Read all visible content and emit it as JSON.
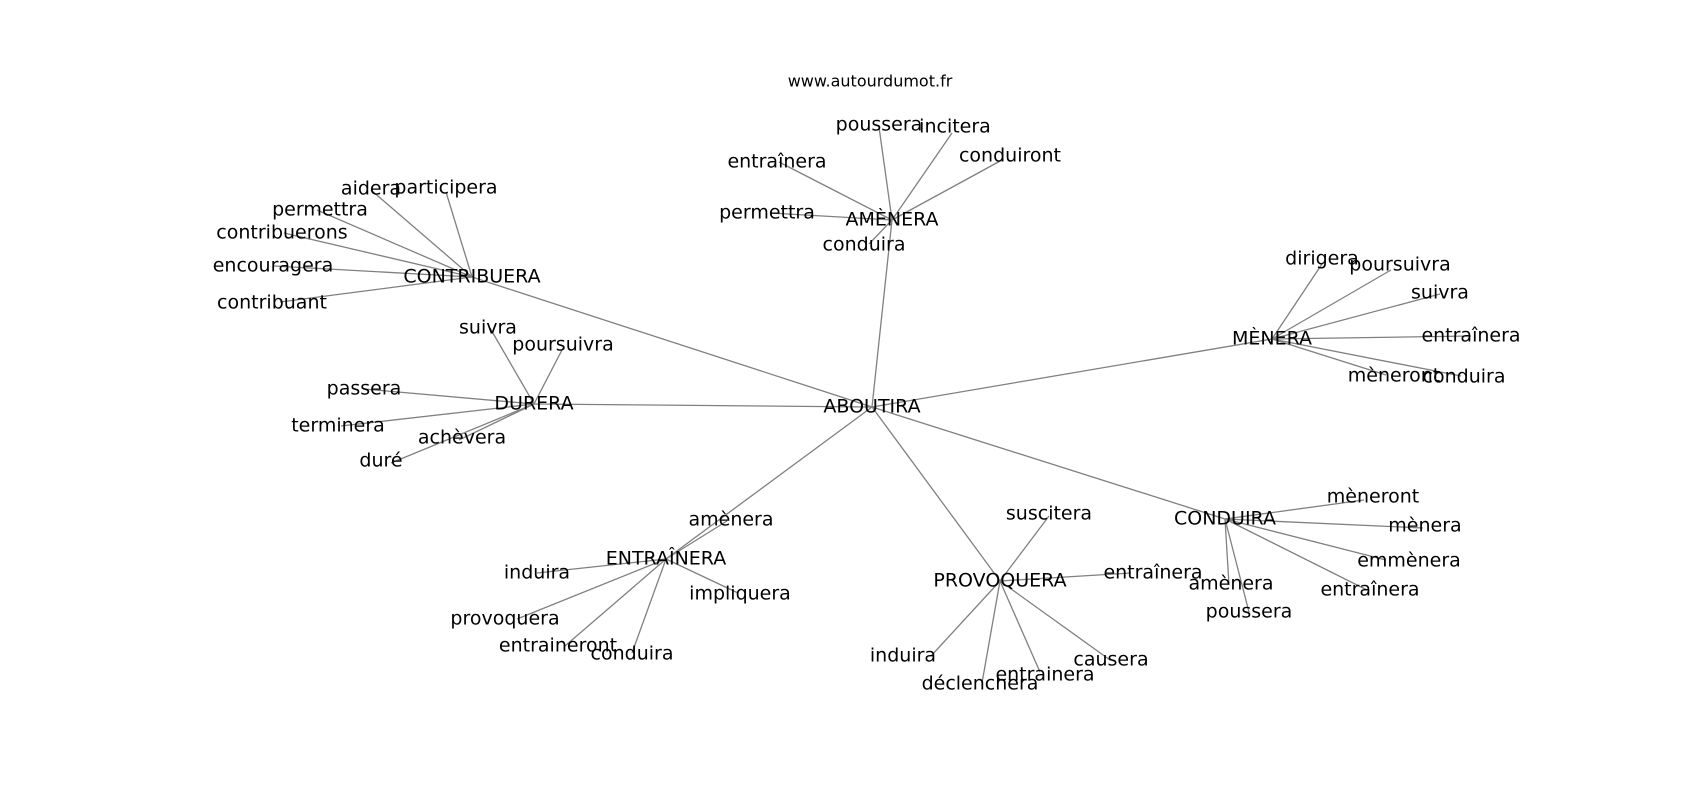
{
  "source": "www.autourdumot.fr",
  "graph": {
    "root": "ABOUTIRA",
    "clusters": [
      {
        "hub": "AMÈNERA",
        "leaves": [
          "poussera",
          "incitera",
          "conduiront",
          "entraînera",
          "permettra",
          "conduira"
        ]
      },
      {
        "hub": "CONTRIBUERA",
        "leaves": [
          "aidera",
          "participera",
          "permettra",
          "contribuerons",
          "encouragera",
          "contribuant"
        ]
      },
      {
        "hub": "MÈNERA",
        "leaves": [
          "dirigera",
          "poursuivra",
          "suivra",
          "entraînera",
          "mèneront",
          "conduira"
        ]
      },
      {
        "hub": "DURERA",
        "leaves": [
          "suivra",
          "poursuivra",
          "passera",
          "terminera",
          "achèvera",
          "duré"
        ]
      },
      {
        "hub": "ENTRAÎNERA",
        "leaves": [
          "amènera",
          "induira",
          "impliquera",
          "provoquera",
          "entraineront",
          "conduira"
        ]
      },
      {
        "hub": "PROVOQUERA",
        "leaves": [
          "suscitera",
          "entraînera",
          "induira",
          "déclenchera",
          "entrainera",
          "causera"
        ]
      },
      {
        "hub": "CONDUIRA",
        "leaves": [
          "mèneront",
          "mènera",
          "emmènera",
          "entraînera",
          "amènera",
          "poussera"
        ]
      }
    ]
  }
}
